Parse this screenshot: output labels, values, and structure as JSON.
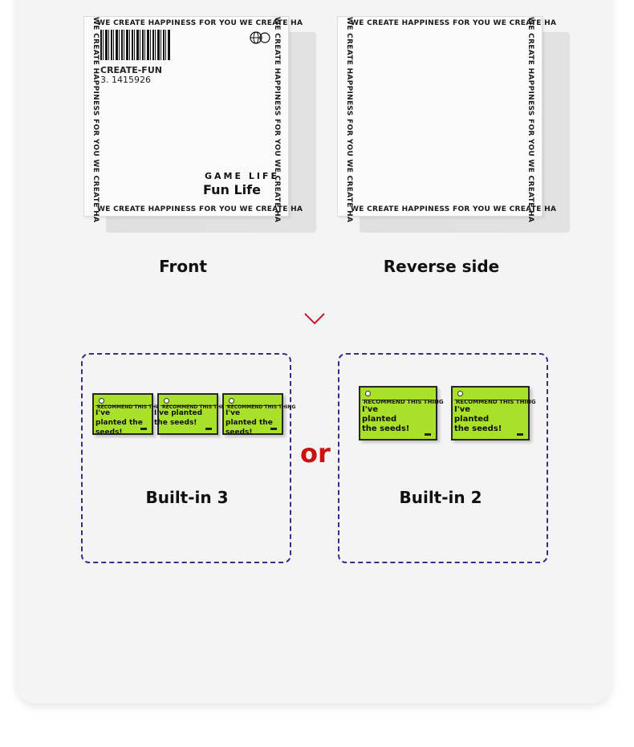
{
  "box_edge_text": "WE CREATE  HAPPINESS  FOR YOU WE CREATE HA",
  "front_box": {
    "brand": "CREATE-FUN",
    "number": "3. 1415926",
    "game_life": "GAME LIFE",
    "fun_life": "Fun Life"
  },
  "captions": {
    "front": "Front",
    "reverse": "Reverse side"
  },
  "option_or": "or",
  "options": [
    {
      "label": "Built-in 3"
    },
    {
      "label": "Built-in 2"
    }
  ],
  "card": {
    "header": "RECOMMEND THIS THING",
    "message": "I've planted the seeds!"
  },
  "colors": {
    "card_green": "#a8e02a",
    "dash": "#3b2a8a",
    "or_red": "#cc1111"
  }
}
